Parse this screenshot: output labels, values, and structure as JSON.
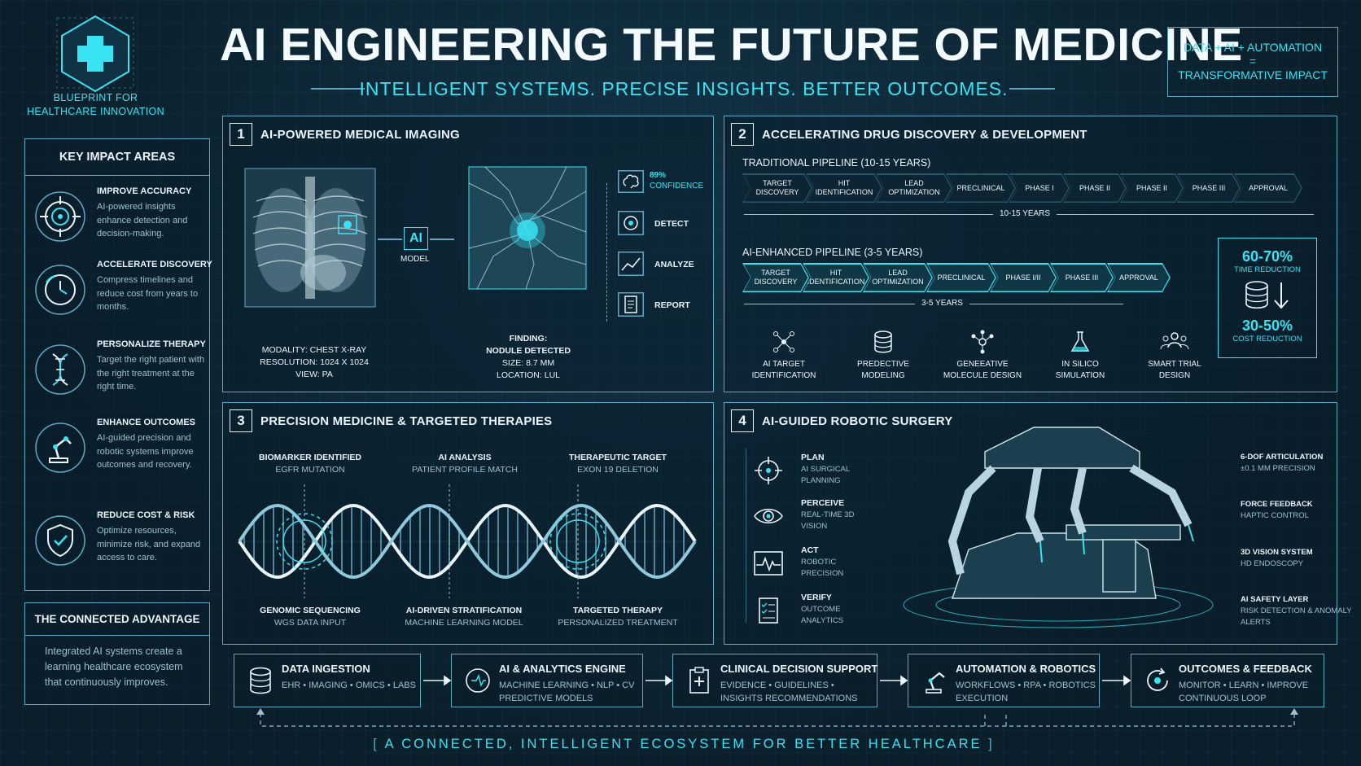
{
  "header": {
    "title": "AI ENGINEERING THE FUTURE OF MEDICINE",
    "subtitle": "INTELLIGENT SYSTEMS. PRECISE INSIGHTS. BETTER OUTCOMES.",
    "logo_caption_line1": "BLUEPRINT FOR",
    "logo_caption_line2": "HEALTHCARE INNOVATION",
    "formula_line1": "DATA + AI + AUTOMATION",
    "formula_line2": "=",
    "formula_line3": "TRANSFORMATIVE IMPACT"
  },
  "impact": {
    "heading": "KEY IMPACT AREAS",
    "items": [
      {
        "title": "IMPROVE ACCURACY",
        "desc": "AI-powered insights enhance detection and decision-making.",
        "icon": "target-icon"
      },
      {
        "title": "ACCELERATE DISCOVERY",
        "desc": "Compress timelines and reduce cost from years to months.",
        "icon": "clock-icon"
      },
      {
        "title": "PERSONALIZE THERAPY",
        "desc": "Target the right patient with the right treatment at the right time.",
        "icon": "dna-icon"
      },
      {
        "title": "ENHANCE OUTCOMES",
        "desc": "AI-guided precision and robotic systems improve outcomes and recovery.",
        "icon": "robot-arm-icon"
      },
      {
        "title": "REDUCE COST & RISK",
        "desc": "Optimize resources, minimize risk, and expand access to care.",
        "icon": "shield-check-icon"
      }
    ]
  },
  "connected": {
    "heading": "THE CONNECTED ADVANTAGE",
    "text": "Integrated AI systems create a learning healthcare ecosystem that continuously improves."
  },
  "imaging": {
    "number": "1",
    "title": "AI-POWERED MEDICAL IMAGING",
    "model_badge": "AI",
    "model_label": "MODEL",
    "modality": "MODALITY: CHEST X-RAY",
    "resolution": "RESOLUTION: 1024 x 1024",
    "view": "VIEW: PA",
    "finding_label": "FINDING:",
    "finding": "NODULE DETECTED",
    "size": "SIZE: 8.7 mm",
    "location": "LOCATION: LUL",
    "confidence": "89%",
    "confidence_label": "CONFIDENCE",
    "steps": [
      "DETECT",
      "ANALYZE",
      "REPORT"
    ]
  },
  "drug": {
    "number": "2",
    "title": "ACCELERATING DRUG DISCOVERY & DEVELOPMENT",
    "traditional_label": "TRADITIONAL PIPELINE (10-15 YEARS)",
    "traditional_stages": [
      "TARGET DISCOVERY",
      "HIT IDENTIFICATION",
      "LEAD OPTIMIZATION",
      "PRECLINICAL",
      "PHASE I",
      "PHASE II",
      "PHASE II",
      "PHASE III",
      "APPROVAL"
    ],
    "traditional_span": "10-15 YEARS",
    "ai_label": "AI-ENHANCED PIPELINE (3-5 YEARS)",
    "ai_stages": [
      "TARGET DISCOVERY",
      "HIT IDENTIFICATION",
      "LEAD OPTIMIZATION",
      "PRECLINICAL",
      "PHASE I/II",
      "PHASE III",
      "APPROVAL"
    ],
    "ai_span": "3-5 YEARS",
    "time_reduction": "60-70%",
    "time_reduction_label": "TIME REDUCTION",
    "cost_reduction": "30-50%",
    "cost_reduction_label": "COST REDUCTION",
    "tools": [
      {
        "line1": "AI TARGET",
        "line2": "IDENTIFICATION"
      },
      {
        "line1": "PREDECTIVE",
        "line2": "MODELING"
      },
      {
        "line1": "GENEEATIVE",
        "line2": "MOLECULE DESIGN"
      },
      {
        "line1": "IN SILICO",
        "line2": "SIMULATION"
      },
      {
        "line1": "SMART TRIAL",
        "line2": "DESIGN"
      }
    ]
  },
  "precision": {
    "number": "3",
    "title": "PRECISION MEDICINE & TARGETED THERAPIES",
    "top": [
      {
        "title": "BIOMARKER IDENTIFIED",
        "desc": "EGFR MUTATION"
      },
      {
        "title": "AI ANALYSIS",
        "desc": "PATIENT PROFILE MATCH"
      },
      {
        "title": "THERAPEUTIC TARGET",
        "desc": "EXON 19 DELETION"
      }
    ],
    "bottom": [
      {
        "title": "GENOMIC SEQUENCING",
        "desc": "WGS DATA INPUT"
      },
      {
        "title": "AI-DRIVEN STRATIFICATION",
        "desc": "MACHINE LEARNING MODEL"
      },
      {
        "title": "TARGETED THERAPY",
        "desc": "PERSONALIZED TREATMENT"
      }
    ]
  },
  "surgery": {
    "number": "4",
    "title": "AI-GUIDED ROBOTIC SURGERY",
    "steps": [
      {
        "title": "PLAN",
        "desc": "AI SURGICAL PLANNING"
      },
      {
        "title": "PERCEIVE",
        "desc": "REAL-TIME 3D VISION"
      },
      {
        "title": "ACT",
        "desc": "ROBOTIC PRECISION"
      },
      {
        "title": "VERIFY",
        "desc": "OUTCOME ANALYTICS"
      }
    ],
    "specs": [
      {
        "title": "6-DOF ARTICULATION",
        "desc": "±0.1 mm PRECISION"
      },
      {
        "title": "FORCE FEEDBACK",
        "desc": "HAPTIC CONTROL"
      },
      {
        "title": "3D VISION SYSTEM",
        "desc": "HD ENDOSCOPY"
      },
      {
        "title": "AI SAFETY LAYER",
        "desc": "RISK DETECTION & ANOMALY ALERTS"
      }
    ]
  },
  "flow": [
    {
      "title": "DATA INGESTION",
      "desc": "EHR • IMAGING • OMICS • LABS"
    },
    {
      "title": "AI & ANALYTICS ENGINE",
      "desc": "MACHINE LEARNING • NLP • CV PREDICTIVE MODELS"
    },
    {
      "title": "CLINICAL DECISION SUPPORT",
      "desc": "EVIDENCE • GUIDELINES • INSIGHTS RECOMMENDATIONS"
    },
    {
      "title": "AUTOMATION & ROBOTICS",
      "desc": "WORKFLOWS • RPA • ROBOTICS EXECUTION"
    },
    {
      "title": "OUTCOMES & FEEDBACK",
      "desc": "MONITOR • LEARN • IMPROVE CONTINUOUS LOOP"
    }
  ],
  "footer": "A CONNECTED, INTELLIGENT ECOSYSTEM FOR BETTER HEALTHCARE",
  "colors": {
    "accent": "#38e3f3",
    "background": "#0b1f2b",
    "line": "#5fa8c4"
  }
}
